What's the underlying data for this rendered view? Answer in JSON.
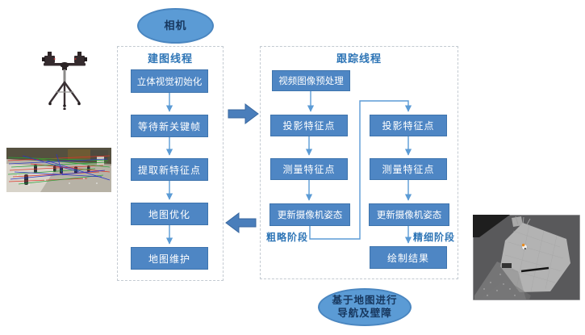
{
  "diagram": {
    "camera": {
      "label": "相机"
    },
    "mapping": {
      "title": "建图线程",
      "steps": [
        "立体视觉初始化",
        "等待新关键帧",
        "提取新特征点",
        "地图优化",
        "地图维护"
      ]
    },
    "tracking": {
      "title": "跟踪线程",
      "preprocess": "视频图像预处理",
      "coarse_steps": [
        "投影特征点",
        "测量特征点",
        "更新摄像机姿态"
      ],
      "coarse_label": "粗略阶段",
      "fine_steps": [
        "投影特征点",
        "测量特征点",
        "更新摄像机姿态",
        "绘制结果"
      ],
      "fine_label": "精细阶段"
    },
    "navigation": {
      "label_line1": "基于地图进行",
      "label_line2": "导航及壁障"
    },
    "colors": {
      "node_fill": "#4e86c4",
      "node_border": "#3e74ad",
      "ellipse_fill": "#5b9bd5",
      "ellipse_text": "#17375e",
      "title_text": "#2e75b6",
      "connector": "#5b9bd5",
      "block_arrow": "#4a7ebb",
      "dashed_border": "#c3cad1"
    }
  }
}
